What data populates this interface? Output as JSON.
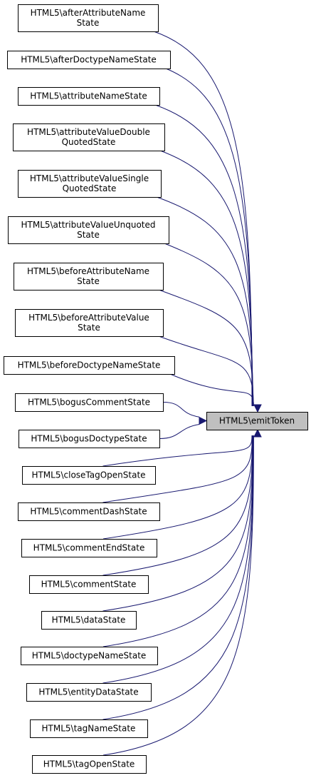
{
  "graph": {
    "target": {
      "id": "emitToken",
      "lines": [
        "HTML5\\emitToken"
      ]
    },
    "callers": [
      {
        "id": "afterAttributeNameState",
        "lines": [
          "HTML5\\afterAttributeName",
          "State"
        ]
      },
      {
        "id": "afterDoctypeNameState",
        "lines": [
          "HTML5\\afterDoctypeNameState"
        ]
      },
      {
        "id": "attributeNameState",
        "lines": [
          "HTML5\\attributeNameState"
        ]
      },
      {
        "id": "attributeValueDoubleQuotedState",
        "lines": [
          "HTML5\\attributeValueDouble",
          "QuotedState"
        ]
      },
      {
        "id": "attributeValueSingleQuotedState",
        "lines": [
          "HTML5\\attributeValueSingle",
          "QuotedState"
        ]
      },
      {
        "id": "attributeValueUnquotedState",
        "lines": [
          "HTML5\\attributeValueUnquoted",
          "State"
        ]
      },
      {
        "id": "beforeAttributeNameState",
        "lines": [
          "HTML5\\beforeAttributeName",
          "State"
        ]
      },
      {
        "id": "beforeAttributeValueState",
        "lines": [
          "HTML5\\beforeAttributeValue",
          "State"
        ]
      },
      {
        "id": "beforeDoctypeNameState",
        "lines": [
          "HTML5\\beforeDoctypeNameState"
        ]
      },
      {
        "id": "bogusCommentState",
        "lines": [
          "HTML5\\bogusCommentState"
        ]
      },
      {
        "id": "bogusDoctypeState",
        "lines": [
          "HTML5\\bogusDoctypeState"
        ]
      },
      {
        "id": "closeTagOpenState",
        "lines": [
          "HTML5\\closeTagOpenState"
        ]
      },
      {
        "id": "commentDashState",
        "lines": [
          "HTML5\\commentDashState"
        ]
      },
      {
        "id": "commentEndState",
        "lines": [
          "HTML5\\commentEndState"
        ]
      },
      {
        "id": "commentState",
        "lines": [
          "HTML5\\commentState"
        ]
      },
      {
        "id": "dataState",
        "lines": [
          "HTML5\\dataState"
        ]
      },
      {
        "id": "doctypeNameState",
        "lines": [
          "HTML5\\doctypeNameState"
        ]
      },
      {
        "id": "entityDataState",
        "lines": [
          "HTML5\\entityDataState"
        ]
      },
      {
        "id": "tagNameState",
        "lines": [
          "HTML5\\tagNameState"
        ]
      },
      {
        "id": "tagOpenState",
        "lines": [
          "HTML5\\tagOpenState"
        ]
      }
    ]
  },
  "colors": {
    "edge": "#191970",
    "target_fill": "#bfbfbf",
    "node_fill": "#ffffff",
    "node_border": "#000000"
  }
}
